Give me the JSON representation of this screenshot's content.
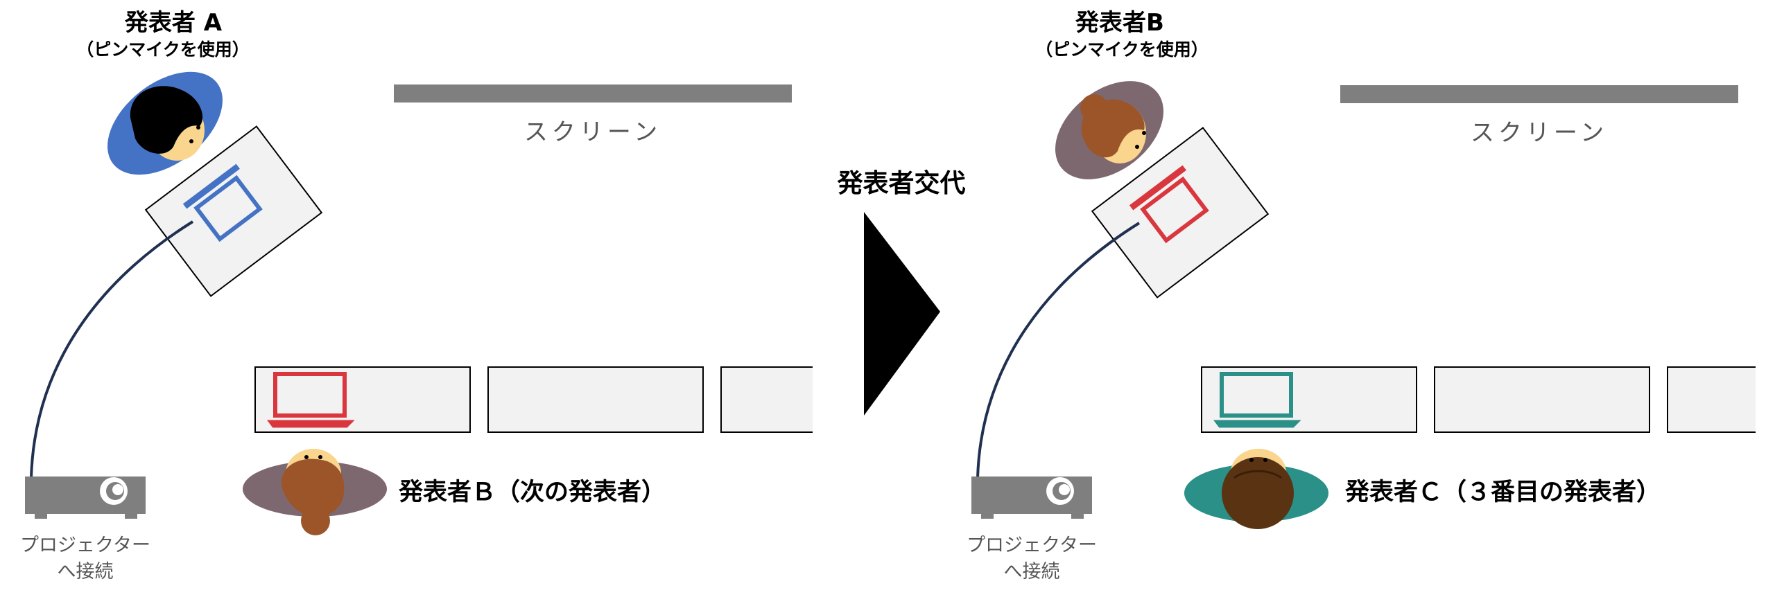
{
  "left_scene": {
    "presenter_title": "発表者 A",
    "presenter_note": "（ピンマイクを使用）",
    "screen_label": "スクリーン",
    "next_presenter_label": "発表者Ｂ（次の発表者）",
    "projector_label_1": "プロジェクター",
    "projector_label_2": "へ接続",
    "laptop_active_color": "#4472c4",
    "laptop_waiting_color": "#d9363e"
  },
  "transition": {
    "label": "発表者交代"
  },
  "right_scene": {
    "presenter_title": "発表者B",
    "presenter_note": "（ピンマイクを使用）",
    "screen_label": "スクリーン",
    "next_presenter_label": "発表者Ｃ（３番目の発表者）",
    "projector_label_1": "プロジェクター",
    "projector_label_2": "へ接続",
    "laptop_active_color": "#d9363e",
    "laptop_waiting_color": "#2a9088"
  },
  "colors": {
    "presenter_a_ellipse": "#4472c4",
    "presenter_b_ellipse": "#7e6870",
    "presenter_c_ellipse": "#2a9088",
    "screen_bar": "#7f7f7f",
    "cable": "#1f3050",
    "desk_fill": "#f2f2f2"
  }
}
